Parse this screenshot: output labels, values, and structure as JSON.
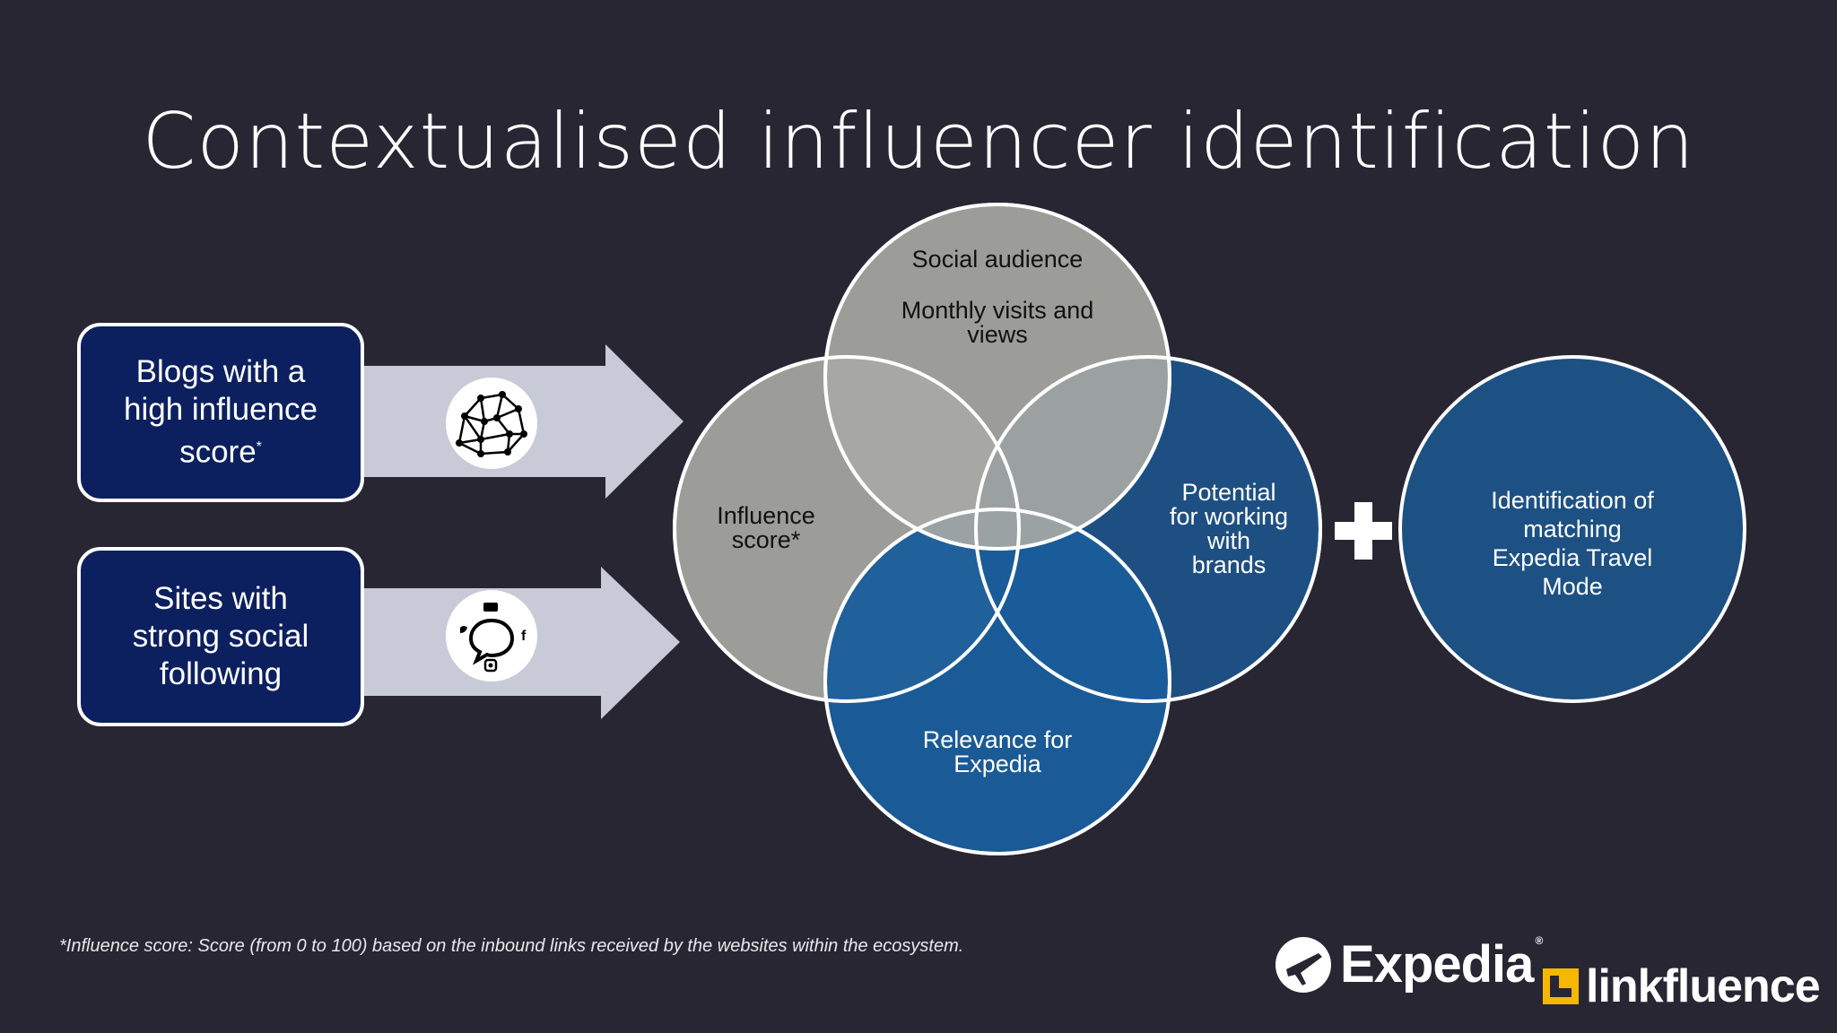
{
  "title": "Contextualised influencer identification",
  "sources": [
    {
      "line1": "Blogs with a",
      "line2": "high influence",
      "line3": "score",
      "mark": "*",
      "icon": "network-graph-icon"
    },
    {
      "line1": "Sites with",
      "line2": "strong social",
      "line3": "following",
      "icon": "social-media-icon"
    }
  ],
  "circles": {
    "social": {
      "title": "Social audience",
      "line1": "Monthly visits and",
      "line2": "views",
      "color": "#a9aaa5"
    },
    "influence": {
      "line1": "Influence",
      "line2": "score*",
      "color": "#9c9c98"
    },
    "potential": {
      "line1": "Potential",
      "line2": "for working",
      "line3": "with",
      "line4": "brands",
      "color": "#1e4f83"
    },
    "relevance": {
      "line1": "Relevance for",
      "line2": "Expedia",
      "color": "#1a5d9c"
    }
  },
  "result": {
    "line1": "Identification of",
    "line2": "matching",
    "line3": "Expedia Travel",
    "line4": "Mode",
    "color": "#1d5184"
  },
  "footnote": "*Influence score: Score (from 0 to 100) based on the inbound links received by the websites within the ecosystem.",
  "logos": {
    "expedia": "Expedia",
    "expedia_mark": "®",
    "linkfluence": "linkfluence"
  },
  "colors": {
    "background": "#282632",
    "box_fill": "#0c2060",
    "arrow_fill": "#c8cad8"
  }
}
